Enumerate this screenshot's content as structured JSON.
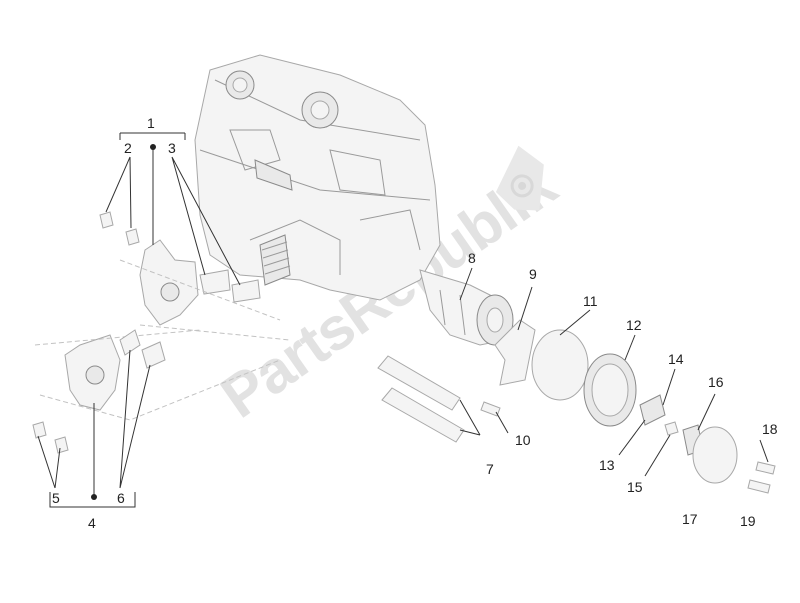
{
  "watermark": {
    "text": "PartsRepublik",
    "icon": "gear-cart-logo-icon"
  },
  "callouts": {
    "c1": "1",
    "c2": "2",
    "c3": "3",
    "c4": "4",
    "c5": "5",
    "c6": "6",
    "c7": "7",
    "c8": "8",
    "c9": "9",
    "c10": "10",
    "c11": "11",
    "c12": "12",
    "c13": "13",
    "c14": "14",
    "c15": "15",
    "c16": "16",
    "c17": "17",
    "c18": "18",
    "c19": "19"
  },
  "colors": {
    "line": "#9a9a9a",
    "leader": "#333333",
    "watermark": "#e2e2e2"
  }
}
